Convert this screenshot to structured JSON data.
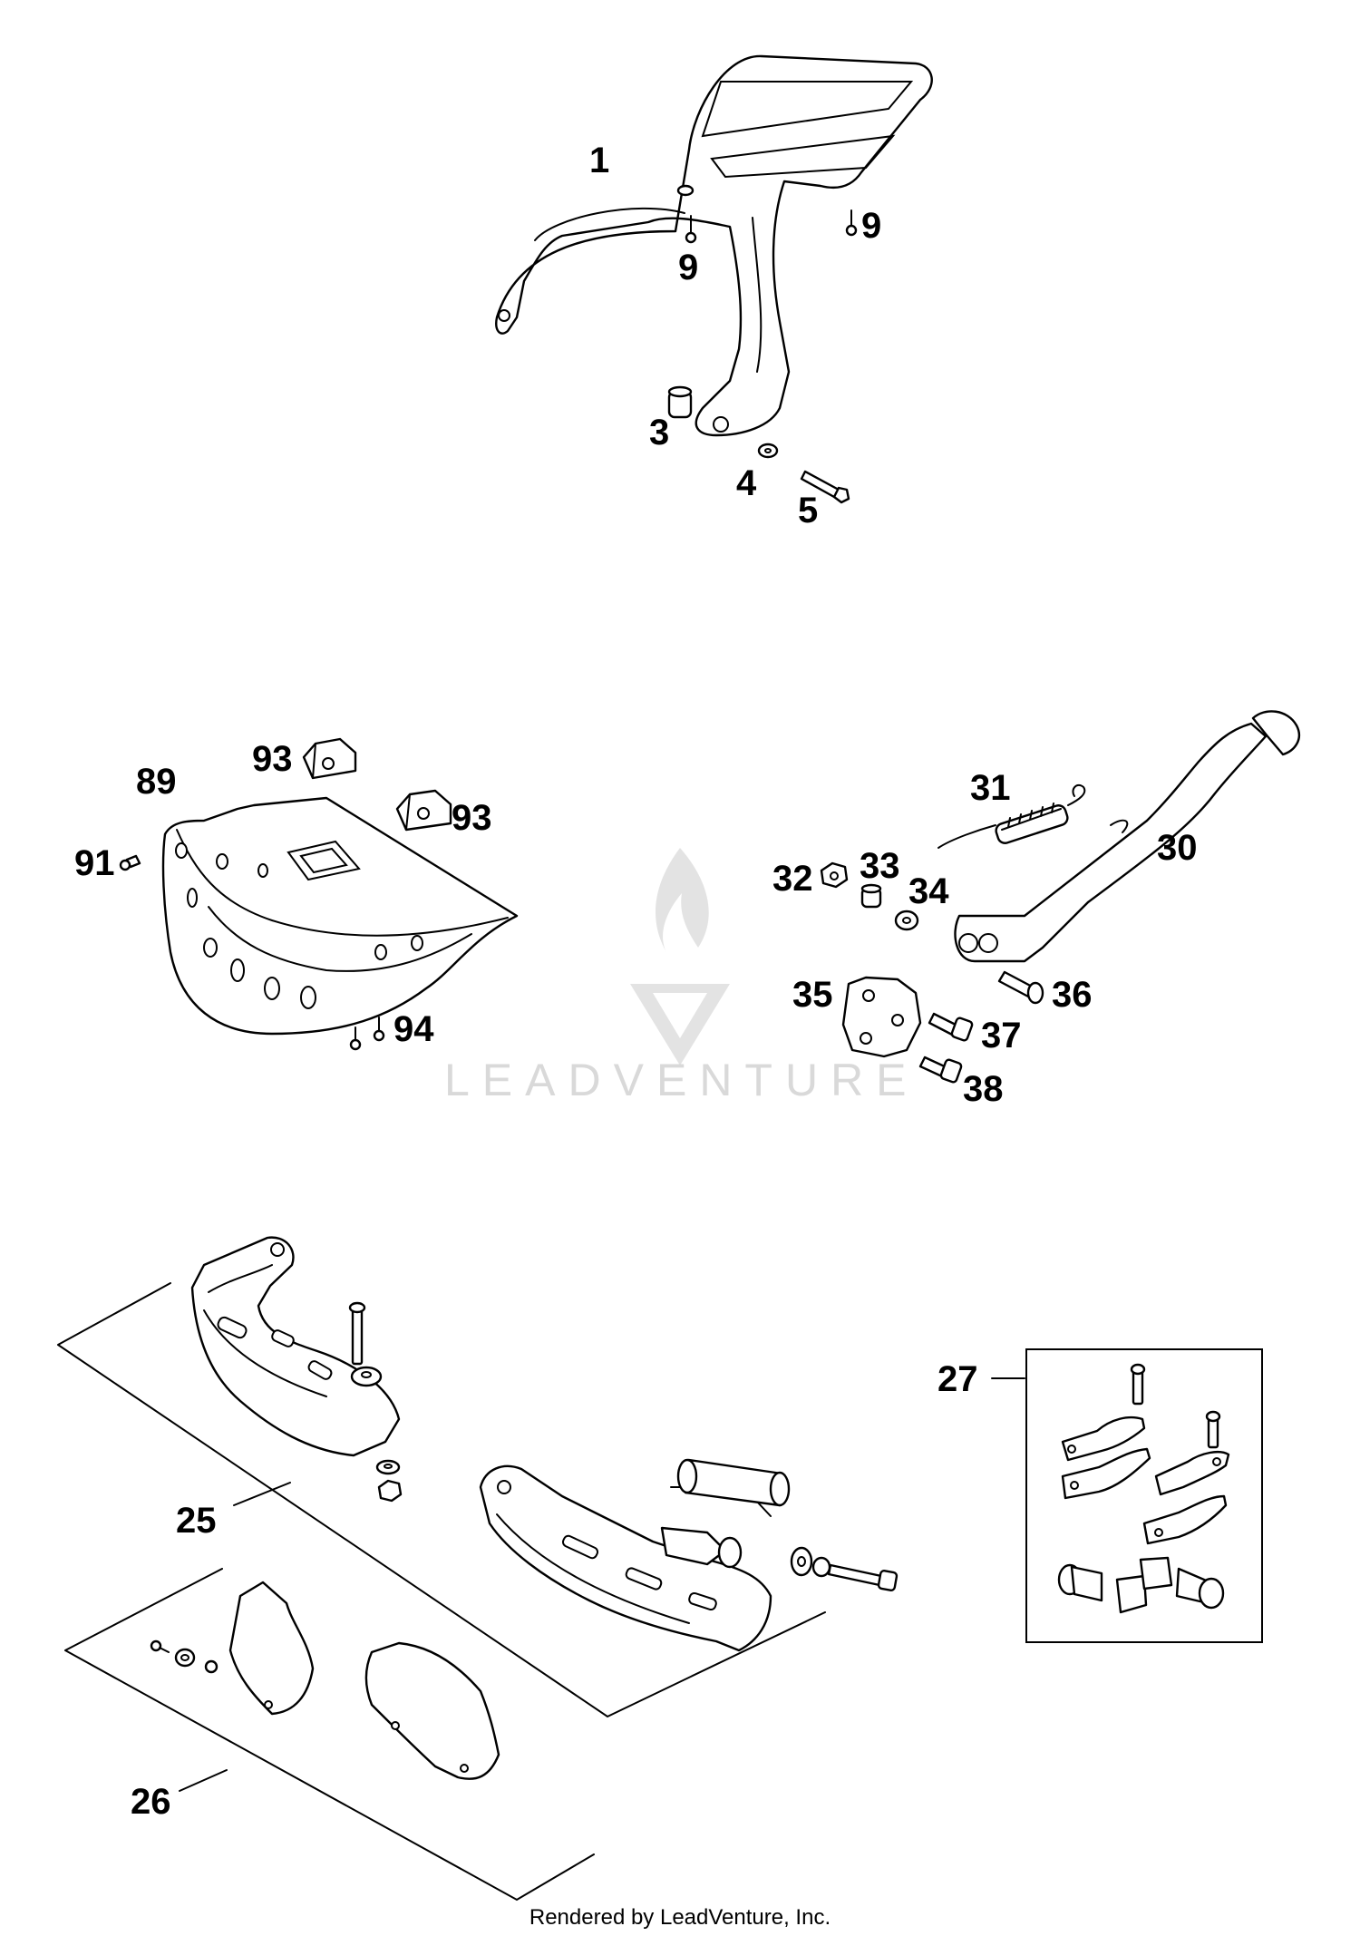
{
  "callouts": {
    "c1": "1",
    "c9a": "9",
    "c9b": "9",
    "c3": "3",
    "c4": "4",
    "c5": "5",
    "c89": "89",
    "c91": "91",
    "c93a": "93",
    "c93b": "93",
    "c94": "94",
    "c30": "30",
    "c31": "31",
    "c32": "32",
    "c33": "33",
    "c34": "34",
    "c35": "35",
    "c36": "36",
    "c37": "37",
    "c38": "38",
    "c25": "25",
    "c26": "26",
    "c27": "27"
  },
  "watermark": {
    "brand": "LEADVENTURE"
  },
  "footer": {
    "credit": "Rendered by LeadVenture, Inc."
  },
  "colors": {
    "ink": "#000000",
    "background": "#ffffff",
    "watermark": "#d9d9d9"
  }
}
